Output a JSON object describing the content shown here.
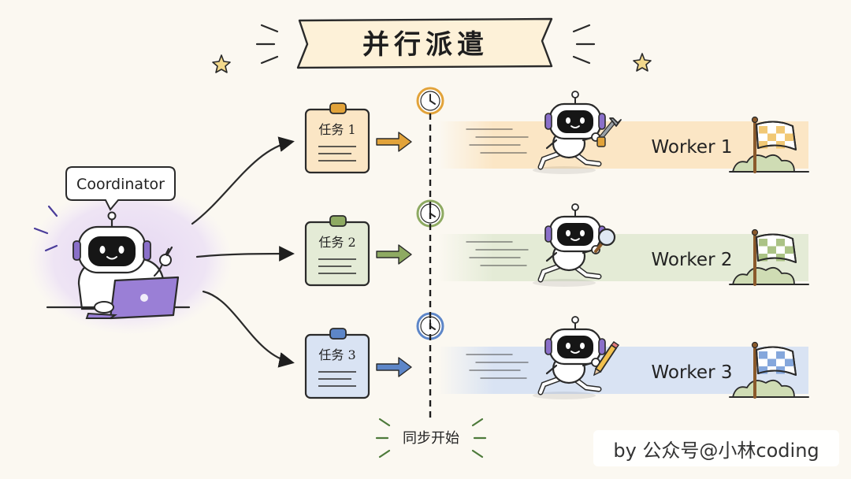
{
  "title": "并行派遣",
  "coordinator": {
    "label": "Coordinator"
  },
  "tasks": [
    {
      "label": "任务 1",
      "color": "#e2a33a",
      "band": "#fbe6c5",
      "flag": "#f0c56e"
    },
    {
      "label": "任务 2",
      "color": "#8eaa62",
      "band": "#e4ebd6",
      "flag": "#a7c07f"
    },
    {
      "label": "任务 3",
      "color": "#5d86c8",
      "band": "#d9e3f3",
      "flag": "#7ea2da"
    }
  ],
  "workers": [
    {
      "label": "Worker 1",
      "tool": "wrench-icon"
    },
    {
      "label": "Worker 2",
      "tool": "magnifier-icon"
    },
    {
      "label": "Worker 3",
      "tool": "pencil-icon"
    }
  ],
  "sync_label": "同步开始",
  "credit": "by 公众号@小林coding",
  "colors": {
    "background": "#fbf8f1",
    "title_banner": "#fdf1d8",
    "coordinator_glow": "#e9dcf3",
    "laptop": "#9a7fd6",
    "ear": "#8a6fc9"
  }
}
